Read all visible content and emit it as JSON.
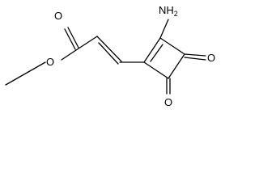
{
  "molecule": {
    "atoms": {
      "ester_carbonyl_oxygen": "O",
      "ester_ether_oxygen": "O",
      "amine_nitrogen": "N",
      "amine_hydrogens": "H",
      "amine_hydrogen_count": "2",
      "ketone_oxygen_upper": "O",
      "ketone_oxygen_lower": "O"
    },
    "colors": {
      "bond": "#000000",
      "label": "#000000",
      "background": "#ffffff"
    }
  }
}
